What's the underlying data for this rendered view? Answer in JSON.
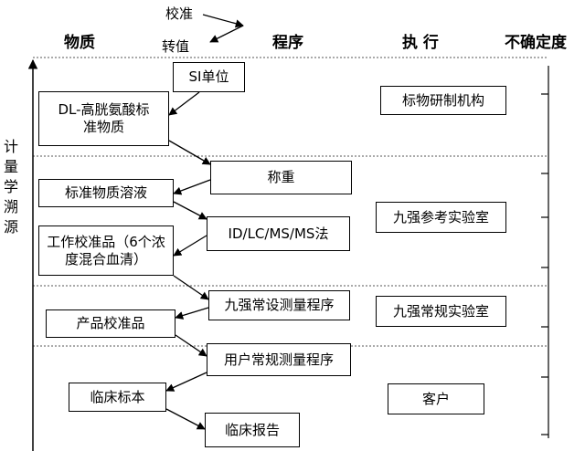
{
  "headers": {
    "material": "物质",
    "calibration_transfer_line1": "校准",
    "calibration_transfer_line2": "转值",
    "procedure": "程序",
    "execution": "执 行",
    "uncertainty": "不确定度"
  },
  "side_label": "计量学溯源",
  "boxes": {
    "si_unit": "SI单位",
    "dl_ref_material": "DL-高胱氨酸标准物质",
    "weighing": "称重",
    "ref_solution": "标准物质溶液",
    "idlcmsms": "ID/LC/MS/MS法",
    "work_calibrator": "工作校准品（6个浓度混合血清）",
    "jiuqiang_procedure": "九强常设测量程序",
    "product_calibrator": "产品校准品",
    "user_procedure": "用户常规测量程序",
    "clinical_sample": "临床标本",
    "clinical_report": "临床报告",
    "exec_standards": "标物研制机构",
    "exec_reference_lab": "九强参考实验室",
    "exec_routine_lab": "九强常规实验室",
    "exec_customer": "客户"
  }
}
